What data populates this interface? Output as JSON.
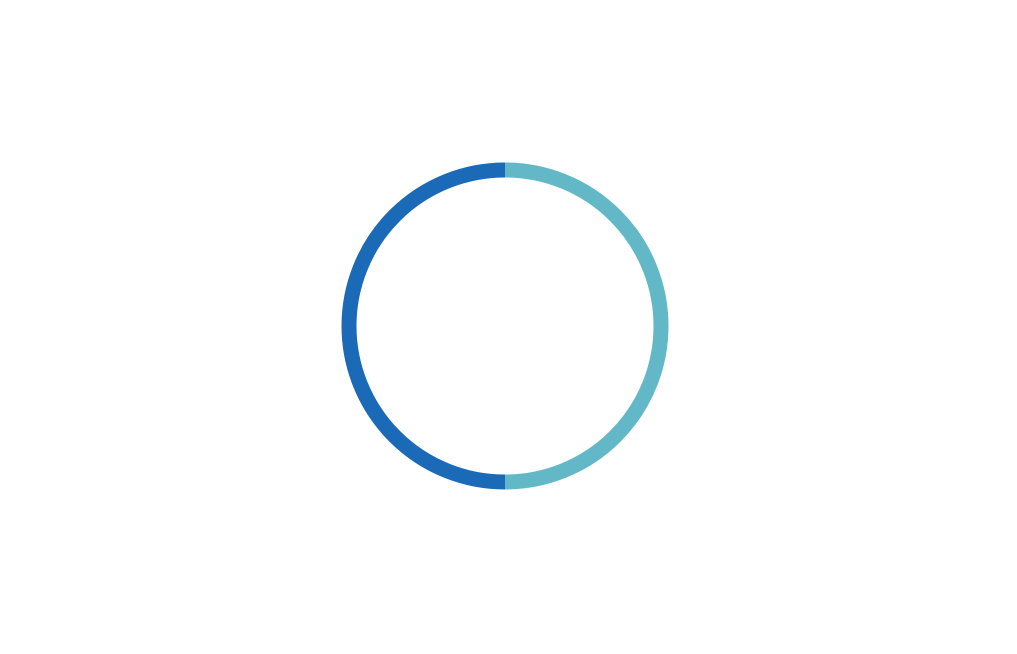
{
  "chart_data": {
    "type": "pie",
    "style": "donut",
    "title": "",
    "legend": "none",
    "slices": [
      {
        "value": 50,
        "color": "#63b8c8"
      },
      {
        "value": 50,
        "color": "#1b6ab8"
      }
    ],
    "start_angle": "top",
    "direction": "clockwise"
  }
}
